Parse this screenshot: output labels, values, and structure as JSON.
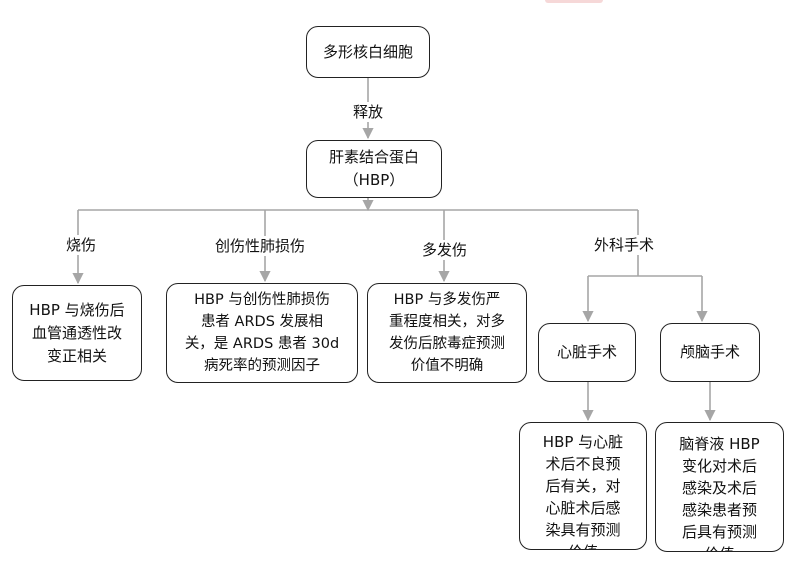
{
  "colors": {
    "line": "#a6a6a6",
    "border": "#222222",
    "text": "#111111"
  },
  "diagram": {
    "root": "多形核白细胞",
    "release_label": "释放",
    "hbp": "肝素结合蛋白\n（HBP）",
    "branches": {
      "burn": {
        "label": "烧伤",
        "text": "HBP 与烧伤后\n血管通透性改\n变正相关"
      },
      "trauma": {
        "label": "创伤性肺损伤",
        "text": "HBP 与创伤性肺损伤\n患者 ARDS 发展相\n关，是 ARDS 患者 30d\n病死率的预测因子"
      },
      "multi": {
        "label": "多发伤",
        "text": "HBP 与多发伤严\n重程度相关，对多\n发伤后脓毒症预测\n价值不明确"
      },
      "surgery": {
        "label": "外科手术",
        "cardiac": {
          "label": "心脏手术",
          "text": "HBP 与心脏\n术后不良预\n后有关，对\n心脏术后感\n染具有预测\n价值"
        },
        "cranial": {
          "label": "颅脑手术",
          "text": "脑脊液 HBP\n变化对术后\n感染及术后\n感染患者预\n后具有预测\n价值"
        }
      }
    }
  }
}
